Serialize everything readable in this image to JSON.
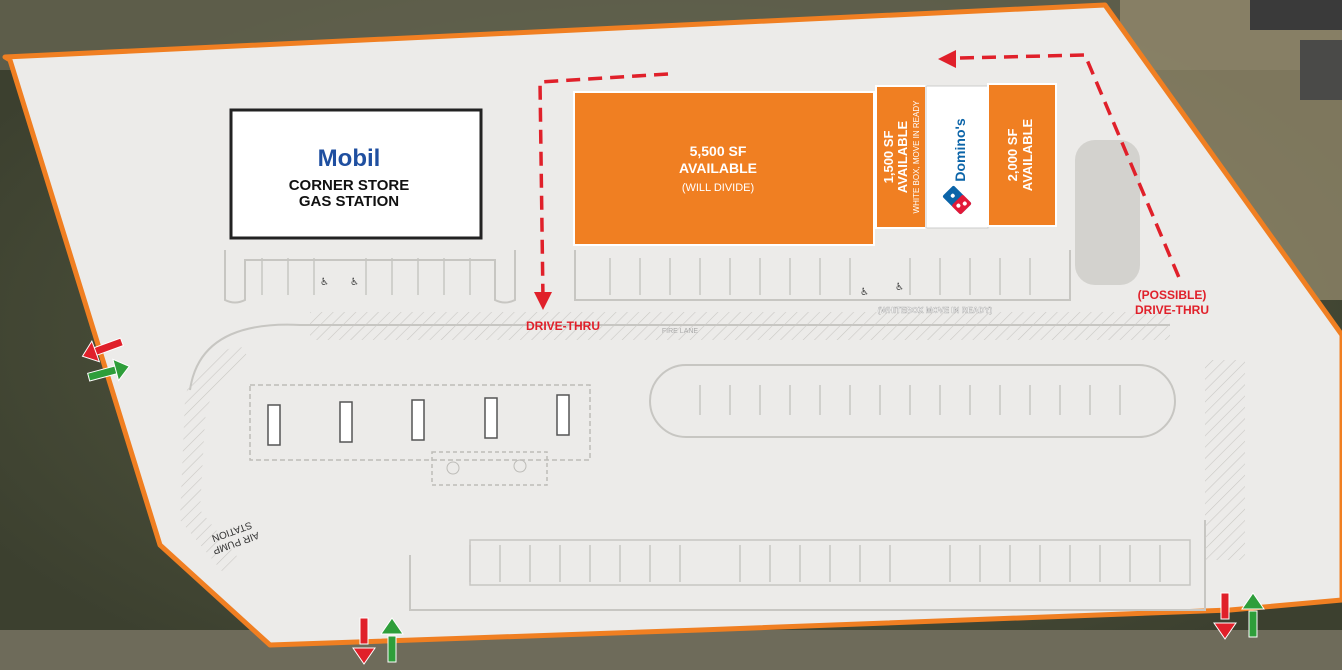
{
  "site_plan": {
    "gas_station": {
      "brand": "Mobil",
      "line1": "CORNER STORE",
      "line2": "GAS STATION"
    },
    "units": [
      {
        "id": "5500",
        "line1": "5,500 SF",
        "line2": "AVAILABLE",
        "line3": "(WILL DIVIDE)"
      },
      {
        "id": "1500",
        "line1": "1,500 SF",
        "line2": "AVAILABLE",
        "line3": "WHITE BOX, MOVE IN READY"
      },
      {
        "id": "dominos",
        "brand": "Domino's"
      },
      {
        "id": "2000",
        "line1": "2,000 SF",
        "line2": "AVAILABLE"
      }
    ],
    "labels": {
      "drive_thru": "DRIVE-THRU",
      "possible_line1": "(POSSIBLE)",
      "possible_line2": "DRIVE-THRU",
      "whitebox": "(WHITEBOX MOVE IN READY)",
      "fire_lane": "FIRE LANE",
      "air_pump_line1": "AIR PUMP",
      "air_pump_line2": "STATION"
    },
    "colors": {
      "orange": "#f07f22",
      "red_arrow": "#e0202a",
      "green_arrow": "#2e9e3a",
      "mobil_blue": "#1f4fa0",
      "lot": "#ecebe9"
    },
    "icons": [
      "entry-arrow-in-icon",
      "exit-arrow-out-icon",
      "handicap-icon",
      "drive-thru-route-arrow-icon"
    ]
  }
}
